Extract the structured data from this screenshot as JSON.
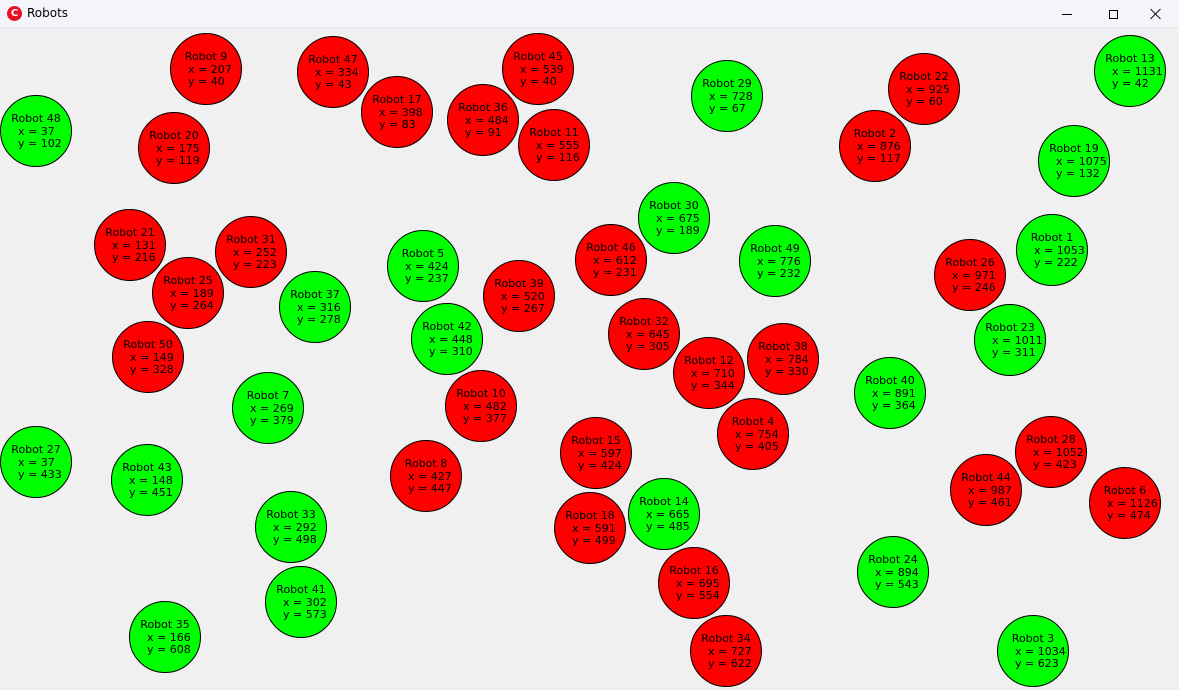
{
  "window": {
    "title": "Robots",
    "app_icon_letter": "C",
    "minimize_glyph": "minimize-icon",
    "maximize_glyph": "maximize-icon",
    "close_glyph": "close-icon"
  },
  "colors": {
    "active": "#00ff00",
    "inactive": "#ff0000"
  },
  "robots": [
    {
      "name": "Robot 1",
      "x": "x = 1053",
      "y": "y = 222",
      "state": "active"
    },
    {
      "name": "Robot 2",
      "x": "x = 876",
      "y": "y = 117",
      "state": "inactive"
    },
    {
      "name": "Robot 3",
      "x": "x = 1034",
      "y": "y = 623",
      "state": "active"
    },
    {
      "name": "Robot 4",
      "x": "x = 754",
      "y": "y = 405",
      "state": "inactive"
    },
    {
      "name": "Robot 5",
      "x": "x = 424",
      "y": "y = 237",
      "state": "active"
    },
    {
      "name": "Robot 6",
      "x": "x = 1126",
      "y": "y = 474",
      "state": "inactive"
    },
    {
      "name": "Robot 7",
      "x": "x = 269",
      "y": "y = 379",
      "state": "active"
    },
    {
      "name": "Robot 8",
      "x": "x = 427",
      "y": "y = 447",
      "state": "inactive"
    },
    {
      "name": "Robot 9",
      "x": "x = 207",
      "y": "y = 40",
      "state": "inactive"
    },
    {
      "name": "Robot 10",
      "x": "x = 482",
      "y": "y = 377",
      "state": "inactive"
    },
    {
      "name": "Robot 11",
      "x": "x = 555",
      "y": "y = 116",
      "state": "inactive"
    },
    {
      "name": "Robot 12",
      "x": "x = 710",
      "y": "y = 344",
      "state": "inactive"
    },
    {
      "name": "Robot 13",
      "x": "x = 1131",
      "y": "y = 42",
      "state": "active"
    },
    {
      "name": "Robot 14",
      "x": "x = 665",
      "y": "y = 485",
      "state": "active"
    },
    {
      "name": "Robot 15",
      "x": "x = 597",
      "y": "y = 424",
      "state": "inactive"
    },
    {
      "name": "Robot 16",
      "x": "x = 695",
      "y": "y = 554",
      "state": "inactive"
    },
    {
      "name": "Robot 17",
      "x": "x = 398",
      "y": "y = 83",
      "state": "inactive"
    },
    {
      "name": "Robot 18",
      "x": "x = 591",
      "y": "y = 499",
      "state": "inactive"
    },
    {
      "name": "Robot 19",
      "x": "x = 1075",
      "y": "y = 132",
      "state": "active"
    },
    {
      "name": "Robot 20",
      "x": "x = 175",
      "y": "y = 119",
      "state": "inactive"
    },
    {
      "name": "Robot 21",
      "x": "x = 131",
      "y": "y = 216",
      "state": "inactive"
    },
    {
      "name": "Robot 22",
      "x": "x = 925",
      "y": "y = 60",
      "state": "inactive"
    },
    {
      "name": "Robot 23",
      "x": "x = 1011",
      "y": "y = 311",
      "state": "active"
    },
    {
      "name": "Robot 24",
      "x": "x = 894",
      "y": "y = 543",
      "state": "active"
    },
    {
      "name": "Robot 25",
      "x": "x = 189",
      "y": "y = 264",
      "state": "inactive"
    },
    {
      "name": "Robot 26",
      "x": "x = 971",
      "y": "y = 246",
      "state": "inactive"
    },
    {
      "name": "Robot 27",
      "x": "x = 37",
      "y": "y = 433",
      "state": "active"
    },
    {
      "name": "Robot 28",
      "x": "x = 1052",
      "y": "y = 423",
      "state": "inactive"
    },
    {
      "name": "Robot 29",
      "x": "x = 728",
      "y": "y = 67",
      "state": "active"
    },
    {
      "name": "Robot 30",
      "x": "x = 675",
      "y": "y = 189",
      "state": "active"
    },
    {
      "name": "Robot 31",
      "x": "x = 252",
      "y": "y = 223",
      "state": "inactive"
    },
    {
      "name": "Robot 32",
      "x": "x = 645",
      "y": "y = 305",
      "state": "inactive"
    },
    {
      "name": "Robot 33",
      "x": "x = 292",
      "y": "y = 498",
      "state": "active"
    },
    {
      "name": "Robot 34",
      "x": "x = 727",
      "y": "y = 622",
      "state": "inactive"
    },
    {
      "name": "Robot 35",
      "x": "x = 166",
      "y": "y = 608",
      "state": "active"
    },
    {
      "name": "Robot 36",
      "x": "x = 484",
      "y": "y = 91",
      "state": "inactive"
    },
    {
      "name": "Robot 37",
      "x": "x = 316",
      "y": "y = 278",
      "state": "active"
    },
    {
      "name": "Robot 38",
      "x": "x = 784",
      "y": "y = 330",
      "state": "inactive"
    },
    {
      "name": "Robot 39",
      "x": "x = 520",
      "y": "y = 267",
      "state": "inactive"
    },
    {
      "name": "Robot 40",
      "x": "x = 891",
      "y": "y = 364",
      "state": "active"
    },
    {
      "name": "Robot 41",
      "x": "x = 302",
      "y": "y = 573",
      "state": "active"
    },
    {
      "name": "Robot 42",
      "x": "x = 448",
      "y": "y = 310",
      "state": "active"
    },
    {
      "name": "Robot 43",
      "x": "x = 148",
      "y": "y = 451",
      "state": "active"
    },
    {
      "name": "Robot 44",
      "x": "x = 987",
      "y": "y = 461",
      "state": "inactive"
    },
    {
      "name": "Robot 45",
      "x": "x = 539",
      "y": "y = 40",
      "state": "inactive"
    },
    {
      "name": "Robot 46",
      "x": "x = 612",
      "y": "y = 231",
      "state": "inactive"
    },
    {
      "name": "Robot 47",
      "x": "x = 334",
      "y": "y = 43",
      "state": "inactive"
    },
    {
      "name": "Robot 48",
      "x": "x = 37",
      "y": "y = 102",
      "state": "active"
    },
    {
      "name": "Robot 49",
      "x": "x = 776",
      "y": "y = 232",
      "state": "active"
    },
    {
      "name": "Robot 50",
      "x": "x = 149",
      "y": "y = 328",
      "state": "inactive"
    }
  ]
}
